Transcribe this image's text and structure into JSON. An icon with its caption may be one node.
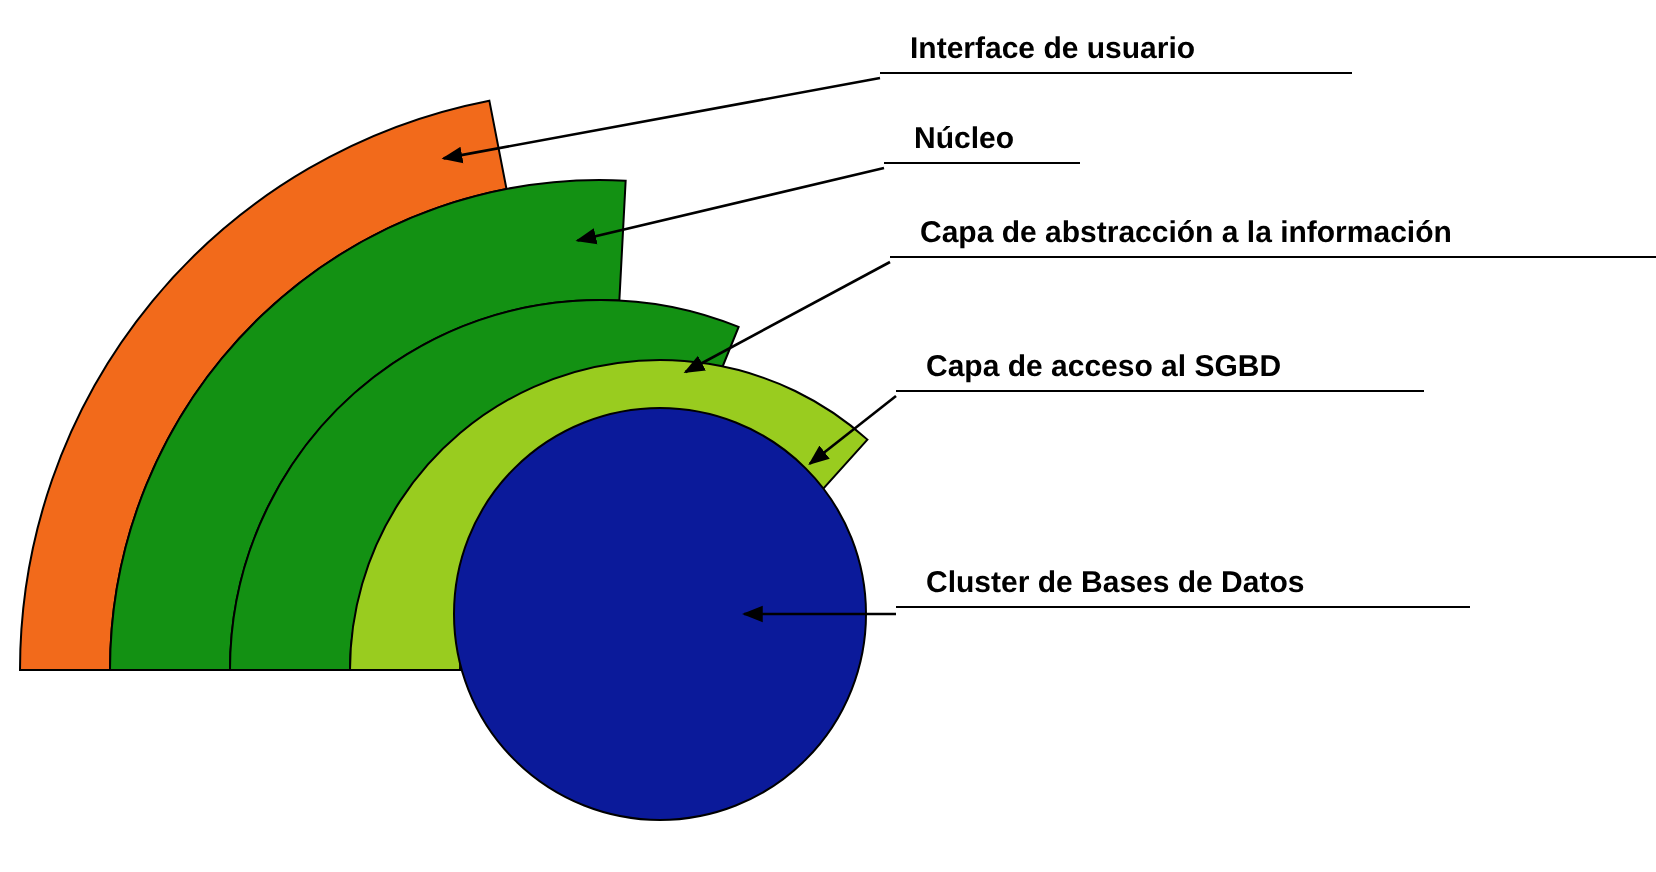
{
  "diagram": {
    "nodes": [
      {
        "text": [
          "Interface de usuario"
        ]
      },
      {
        "text": [
          "Núcleo"
        ]
      },
      {
        "text": [
          "Capa de abstracción a la información"
        ]
      },
      {
        "text": [
          "Capa de acceso al SGBD"
        ]
      },
      {
        "text": [
          "Cluster de Bases de Datos"
        ]
      },
      {
        "text": [],
        "shape": "band"
      },
      {
        "text": [],
        "shape": "band"
      },
      {
        "text": [],
        "shape": "band"
      },
      {
        "text": [],
        "shape": "band"
      },
      {
        "text": [],
        "shape": "circle"
      }
    ],
    "edges": [
      {
        "from": 0,
        "to": 5,
        "arrow": "to"
      },
      {
        "from": 1,
        "to": 6,
        "arrow": "to"
      },
      {
        "from": 2,
        "to": 7,
        "arrow": "to"
      },
      {
        "from": 3,
        "to": 8,
        "arrow": "to"
      },
      {
        "from": 4,
        "to": 9,
        "arrow": "to"
      }
    ]
  }
}
